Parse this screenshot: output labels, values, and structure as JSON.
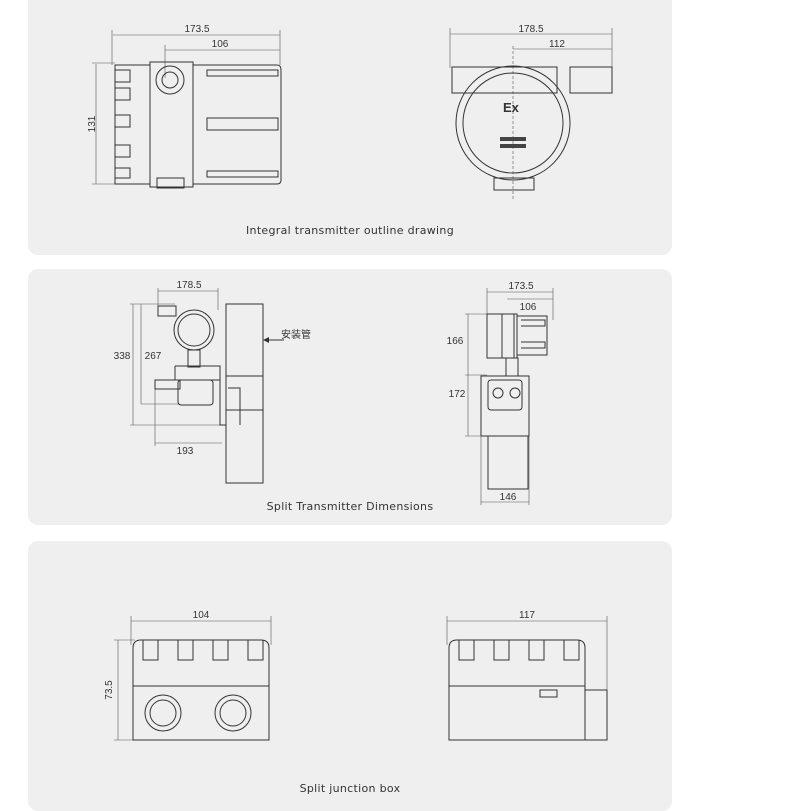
{
  "sections": [
    {
      "caption": "Integral transmitter outline drawing",
      "dims": {
        "side_width": "173.5",
        "side_inner": "106",
        "height": "131",
        "front_width": "178.5",
        "front_inner": "112"
      },
      "front_label": "Ex"
    },
    {
      "caption": "Split Transmitter Dimensions",
      "dims": {
        "left_width": "178.5",
        "total_height": "338",
        "inner_height": "267",
        "bracket_width": "193",
        "right_width": "173.5",
        "right_inner": "106",
        "upper_height": "166",
        "lower_height": "172",
        "plate_width": "146"
      },
      "pipe_label": "安装管"
    },
    {
      "caption": "Split junction box",
      "dims": {
        "left_width": "104",
        "height": "73.5",
        "right_width": "117"
      }
    }
  ]
}
